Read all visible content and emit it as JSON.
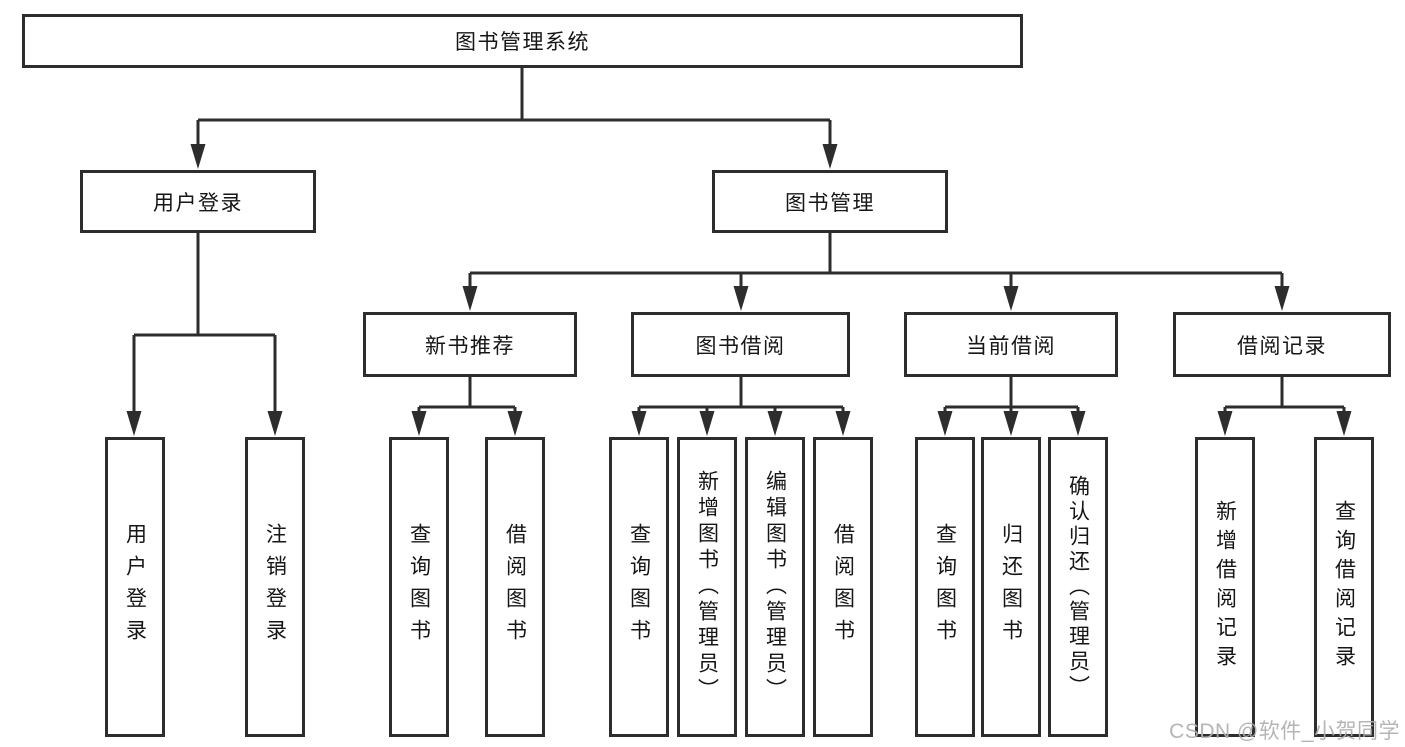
{
  "diagram": {
    "title": "图书管理系统",
    "level2": [
      {
        "label": "用户登录"
      },
      {
        "label": "图书管理"
      }
    ],
    "level3": [
      {
        "label": "新书推荐"
      },
      {
        "label": "图书借阅"
      },
      {
        "label": "当前借阅"
      },
      {
        "label": "借阅记录"
      }
    ],
    "leaves": [
      {
        "label": "用户登录"
      },
      {
        "label": "注销登录"
      },
      {
        "label": "查询图书"
      },
      {
        "label": "借阅图书"
      },
      {
        "label": "查询图书"
      },
      {
        "label": "新增图书（管理员）"
      },
      {
        "label": "编辑图书（管理员）"
      },
      {
        "label": "借阅图书"
      },
      {
        "label": "查询图书"
      },
      {
        "label": "归还图书"
      },
      {
        "label": "确认归还（管理员）"
      },
      {
        "label": "新增借阅记录"
      },
      {
        "label": "查询借阅记录"
      }
    ]
  },
  "colors": {
    "line": "#2d2d2d",
    "text": "#161616",
    "background": "#ffffff",
    "watermark": "#afafaf"
  },
  "watermark": "CSDN @软件_小贺同学"
}
